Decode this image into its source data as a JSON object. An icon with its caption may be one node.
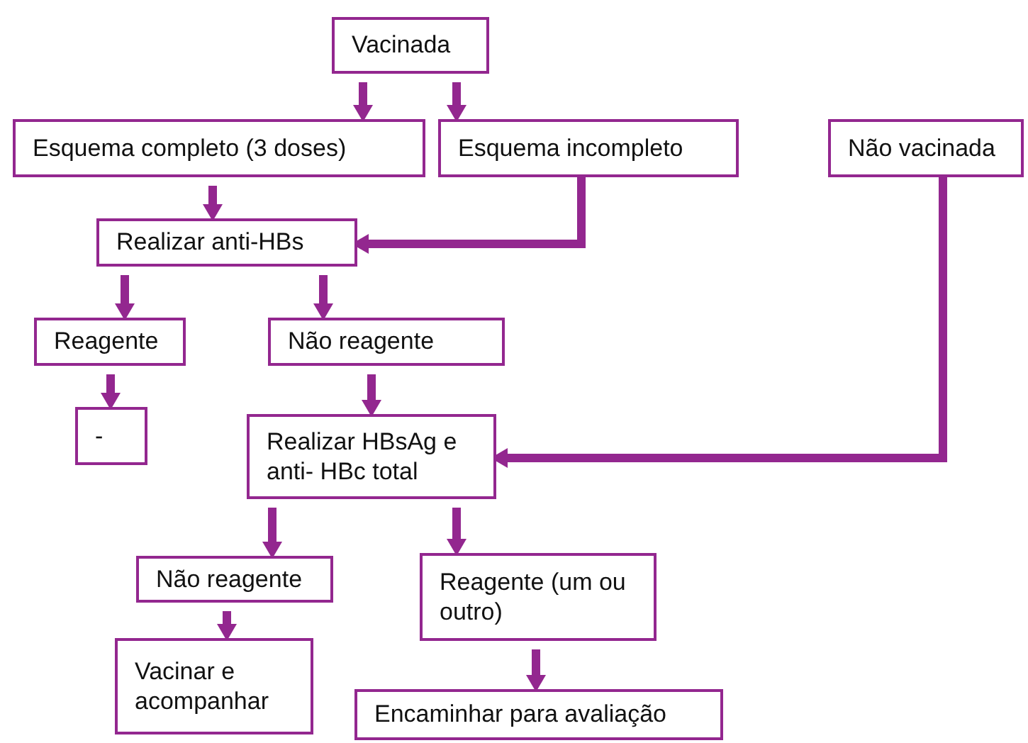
{
  "diagram": {
    "nodes": [
      {
        "text": [
          "Vacinada"
        ]
      },
      {
        "text": [
          "Esquema completo (3 doses)"
        ]
      },
      {
        "text": [
          "Esquema incompleto"
        ]
      },
      {
        "text": [
          "Não vacinada"
        ]
      },
      {
        "text": [
          "Realizar anti-HBs"
        ]
      },
      {
        "text": [
          "Reagente"
        ]
      },
      {
        "text": [
          "Não reagente"
        ]
      },
      {
        "text": [
          "-"
        ]
      },
      {
        "text": [
          "Realizar HBsAg e anti- HBc total"
        ]
      },
      {
        "text": [
          "Não reagente"
        ]
      },
      {
        "text": [
          "Reagente (um ou outro)"
        ]
      },
      {
        "text": [
          "Vacinar e acompanhar"
        ]
      },
      {
        "text": [
          "Encaminhar para avaliação"
        ]
      }
    ],
    "edges": [
      {
        "from": 0,
        "to": 1,
        "arrow": "to"
      },
      {
        "from": 0,
        "to": 2,
        "arrow": "to"
      },
      {
        "from": 1,
        "to": 4,
        "arrow": "to"
      },
      {
        "from": 2,
        "to": 4,
        "arrow": "to"
      },
      {
        "from": 3,
        "to": 8,
        "arrow": "to"
      },
      {
        "from": 4,
        "to": 5,
        "arrow": "to"
      },
      {
        "from": 4,
        "to": 6,
        "arrow": "to"
      },
      {
        "from": 5,
        "to": 7,
        "arrow": "to"
      },
      {
        "from": 6,
        "to": 8,
        "arrow": "to"
      },
      {
        "from": 8,
        "to": 9,
        "arrow": "to"
      },
      {
        "from": 8,
        "to": 10,
        "arrow": "to"
      },
      {
        "from": 9,
        "to": 11,
        "arrow": "to"
      },
      {
        "from": 10,
        "to": 12,
        "arrow": "to"
      }
    ]
  }
}
